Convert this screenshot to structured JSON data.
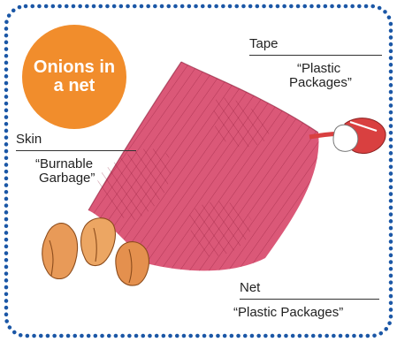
{
  "badge": {
    "line1": "Onions in",
    "line2": "a net"
  },
  "tape": {
    "name": "Tape",
    "category_line1": "“Plastic",
    "category_line2": "Packages”"
  },
  "skin": {
    "name": "Skin",
    "category_line1": "“Burnable",
    "category_line2": "Garbage”"
  },
  "net": {
    "name": "Net",
    "category": "“Plastic Packages”"
  },
  "colors": {
    "border": "#1b57a6",
    "badge": "#f18d2c",
    "net": "#d84a6d",
    "onion": "#e89a58",
    "tape": "#d94040"
  }
}
